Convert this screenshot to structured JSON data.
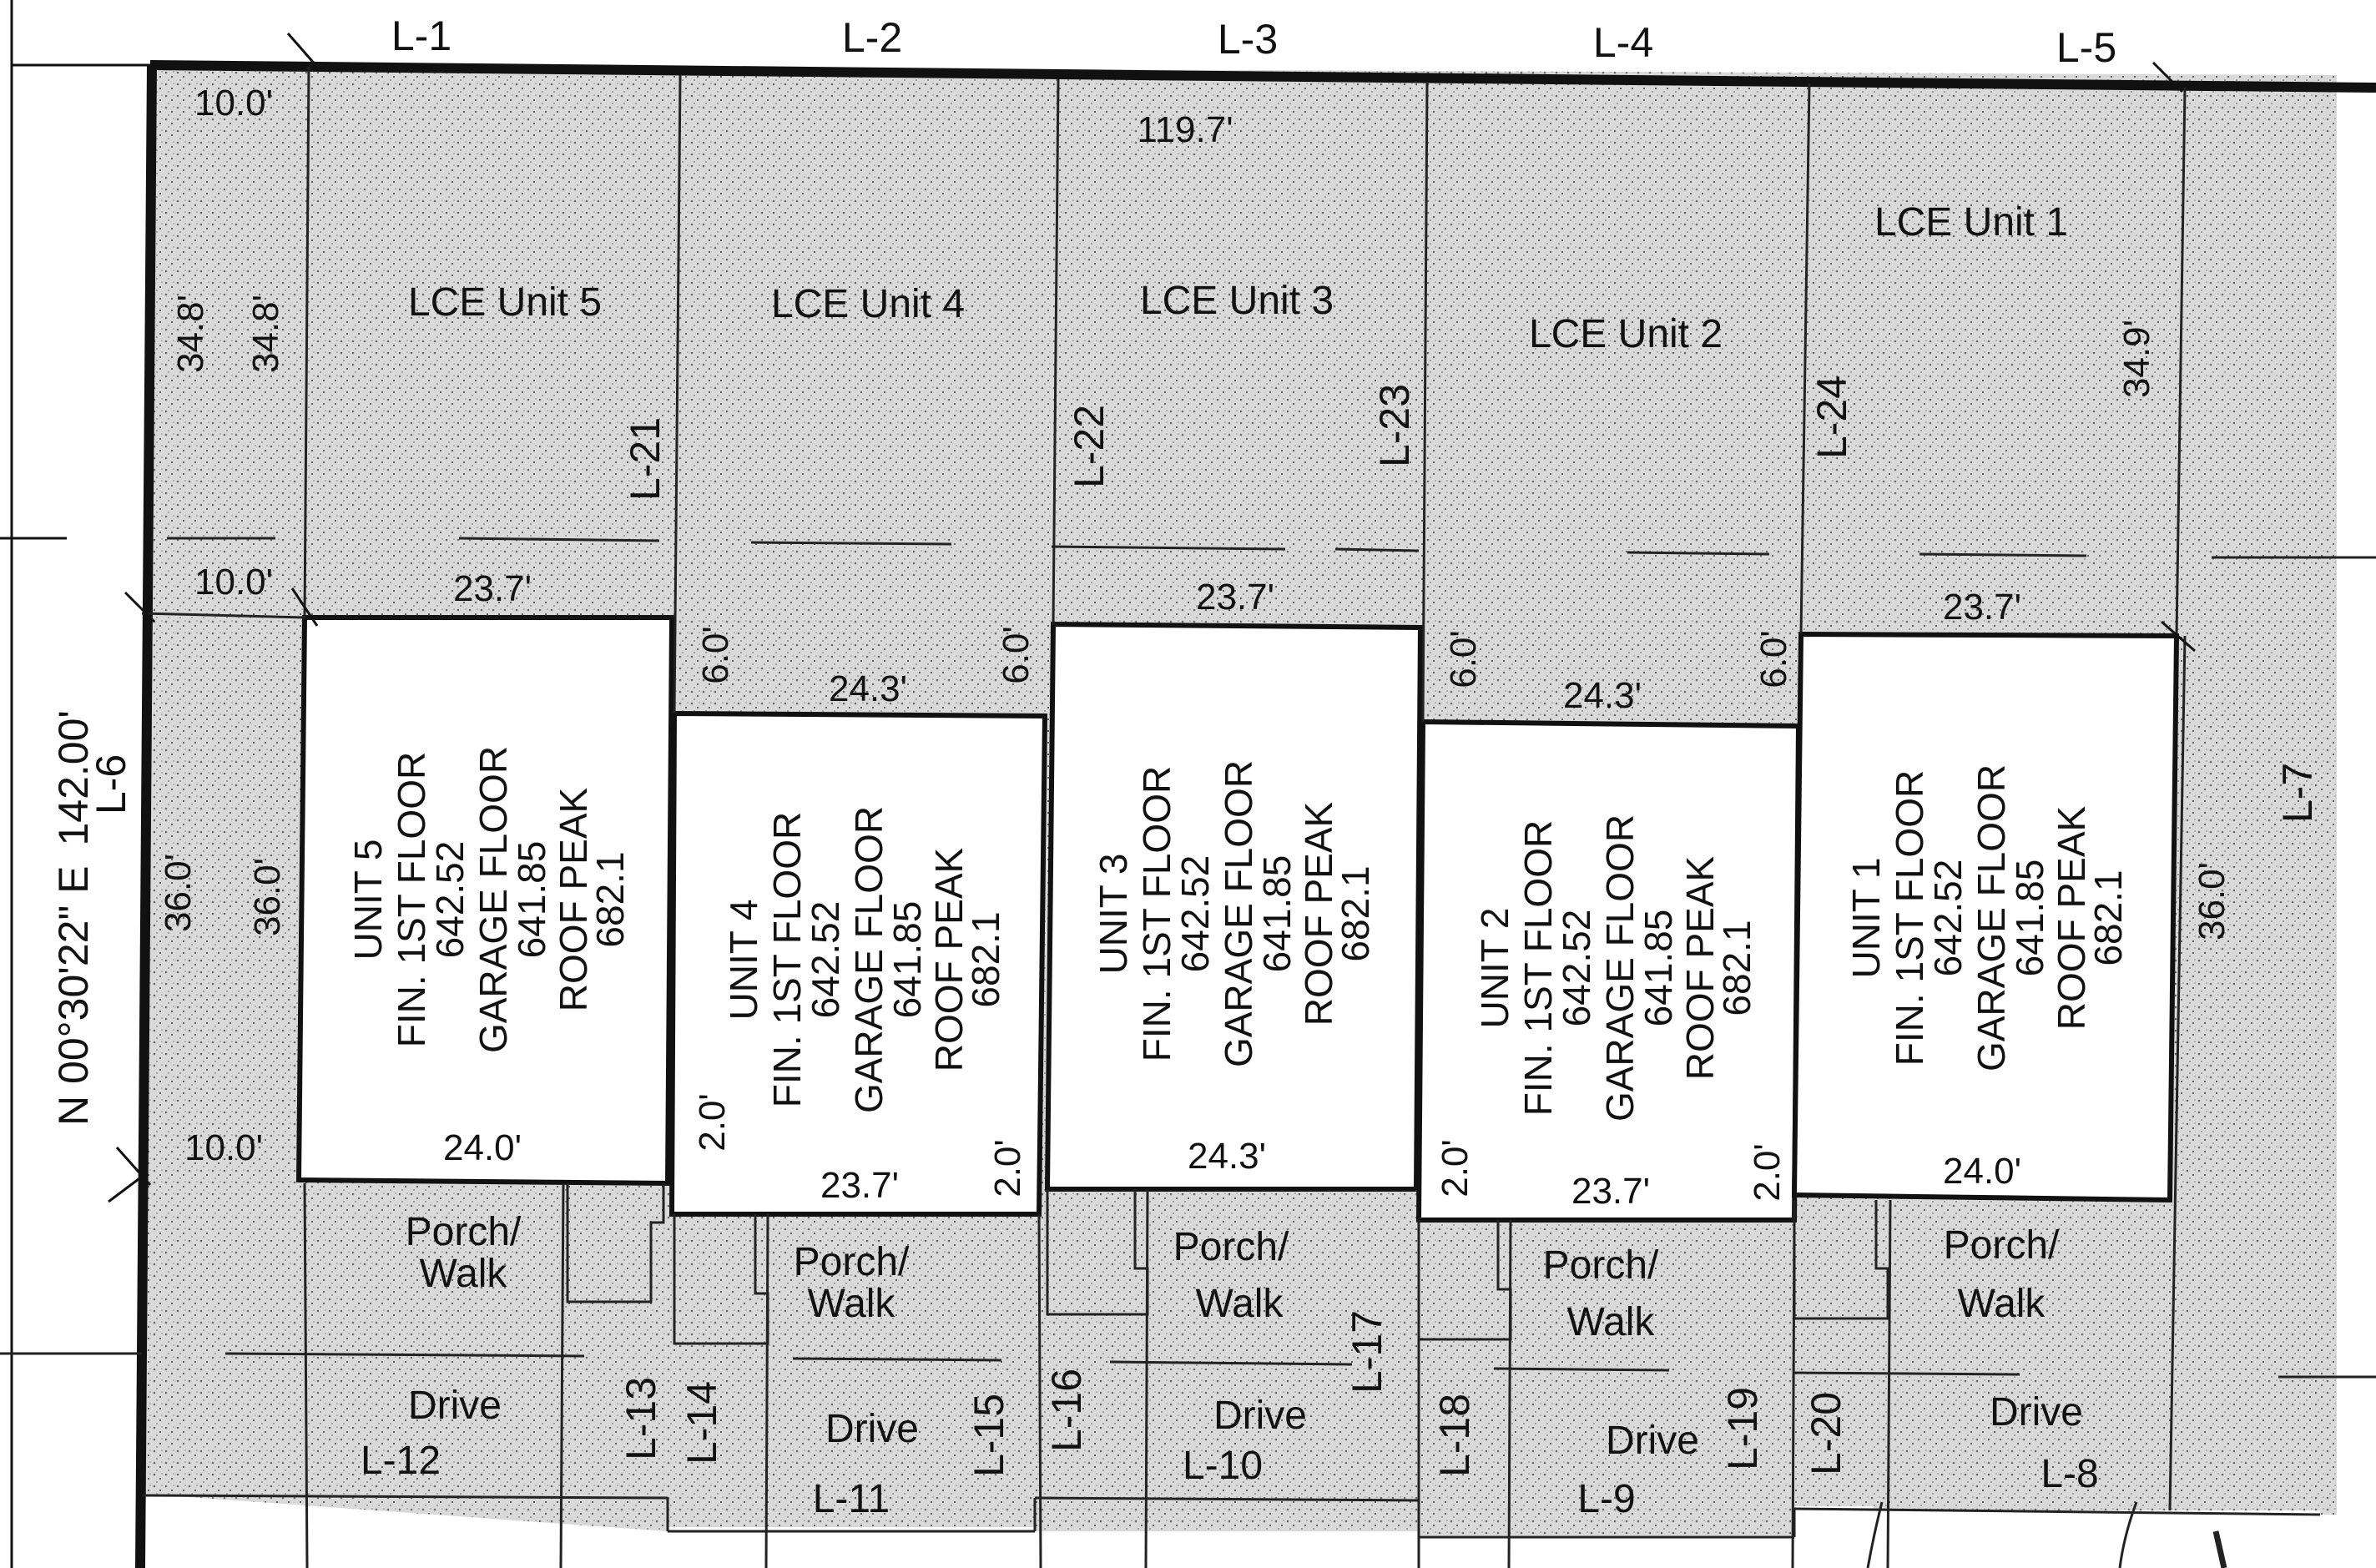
{
  "colors": {
    "stipple": "#d2d2d2",
    "ink": "#111111",
    "paper": "#ffffff"
  },
  "top_lines": [
    "L-1",
    "L-2",
    "L-3",
    "L-4",
    "L-5"
  ],
  "boundary": {
    "bearing": "N 00°30'22\" E",
    "distance": "142.00'",
    "left_line": "L-6",
    "right_line": "L-7",
    "top_width": "119.7'"
  },
  "lce": [
    "LCE Unit 5",
    "LCE Unit 4",
    "LCE Unit 3",
    "LCE Unit 2",
    "LCE Unit 1"
  ],
  "lce_dividers": [
    "L-21",
    "L-22",
    "L-23",
    "L-24"
  ],
  "units": [
    {
      "name": "UNIT 5",
      "first_floor_label": "FIN. 1ST FLOOR",
      "first_floor": "642.52",
      "garage_label": "GARAGE FLOOR",
      "garage": "641.85",
      "roof_label": "ROOF PEAK",
      "roof": "682.1"
    },
    {
      "name": "UNIT 4",
      "first_floor_label": "FIN. 1ST FLOOR",
      "first_floor": "642.52",
      "garage_label": "GARAGE FLOOR",
      "garage": "641.85",
      "roof_label": "ROOF PEAK",
      "roof": "682.1"
    },
    {
      "name": "UNIT 3",
      "first_floor_label": "FIN. 1ST FLOOR",
      "first_floor": "642.52",
      "garage_label": "GARAGE FLOOR",
      "garage": "641.85",
      "roof_label": "ROOF PEAK",
      "roof": "682.1"
    },
    {
      "name": "UNIT 2",
      "first_floor_label": "FIN. 1ST FLOOR",
      "first_floor": "642.52",
      "garage_label": "GARAGE FLOOR",
      "garage": "641.85",
      "roof_label": "ROOF PEAK",
      "roof": "682.1"
    },
    {
      "name": "UNIT 1",
      "first_floor_label": "FIN. 1ST FLOOR",
      "first_floor": "642.52",
      "garage_label": "GARAGE FLOOR",
      "garage": "641.85",
      "roof_label": "ROOF PEAK",
      "roof": "682.1"
    }
  ],
  "dims": {
    "d10": "10.0'",
    "d348": "34.8'",
    "d349": "34.9'",
    "d360": "36.0'",
    "w237": "23.7'",
    "w243": "24.3'",
    "w240": "24.0'",
    "d60": "6.0'",
    "d20": "2.0'"
  },
  "porch": {
    "line1": "Porch/",
    "line2": "Walk"
  },
  "drive": "Drive",
  "drive_lines": [
    "L-12",
    "L-11",
    "L-10",
    "L-9",
    "L-8"
  ],
  "drive_dividers": [
    "L-13",
    "L-14",
    "L-15",
    "L-16",
    "L-17",
    "L-18",
    "L-19",
    "L-20"
  ]
}
